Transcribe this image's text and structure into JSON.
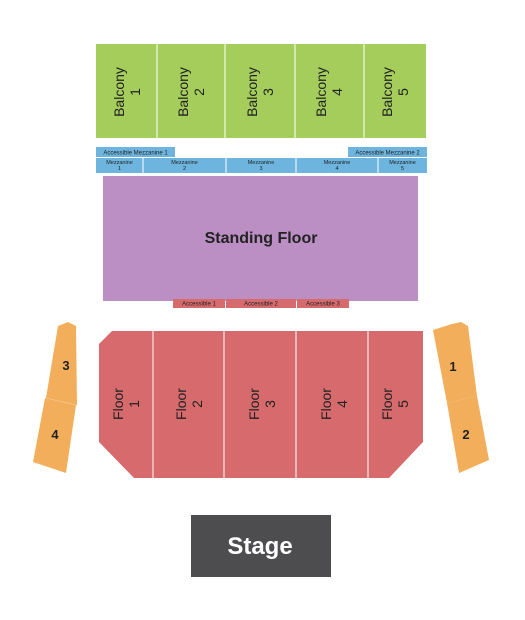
{
  "colors": {
    "balcony": "#a5cd5b",
    "mezzanine": "#6db5df",
    "standing": "#bb8fc3",
    "floor": "#d66a6c",
    "side": "#f2ae5a",
    "stage": "#4d4d4f",
    "divider": "#ffffff"
  },
  "sections": {
    "balcony": [
      {
        "line1": "Balcony",
        "line2": "1"
      },
      {
        "line1": "Balcony",
        "line2": "2"
      },
      {
        "line1": "Balcony",
        "line2": "3"
      },
      {
        "line1": "Balcony",
        "line2": "4"
      },
      {
        "line1": "Balcony",
        "line2": "5"
      }
    ],
    "accessible_mezzanine": [
      "Accessible Mezzanine 1",
      "Accessible Mezzanine 2"
    ],
    "mezzanine": [
      {
        "line1": "Mezzanine",
        "line2": "1"
      },
      {
        "line1": "Mezzanine",
        "line2": "2"
      },
      {
        "line1": "Mezzanine",
        "line2": "3"
      },
      {
        "line1": "Mezzanine",
        "line2": "4"
      },
      {
        "line1": "Mezzanine",
        "line2": "5"
      }
    ],
    "standing_floor": "Standing Floor",
    "accessible": [
      "Accessible 1",
      "Accessible 2",
      "Accessible 3"
    ],
    "floor": [
      {
        "line1": "Floor",
        "line2": "1"
      },
      {
        "line1": "Floor",
        "line2": "2"
      },
      {
        "line1": "Floor",
        "line2": "3"
      },
      {
        "line1": "Floor",
        "line2": "4"
      },
      {
        "line1": "Floor",
        "line2": "5"
      }
    ],
    "side_left": [
      "3",
      "4"
    ],
    "side_right": [
      "1",
      "2"
    ],
    "stage": "Stage"
  }
}
